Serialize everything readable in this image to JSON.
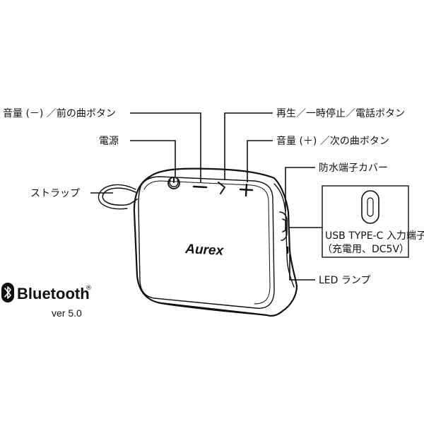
{
  "labels": {
    "volume_down": "音量 (－) ／前の曲ボタン",
    "power": "電源",
    "strap": "ストラップ",
    "play_pause_call": "再生／一時停止／電話ボタン",
    "volume_up": "音量 (＋) ／次の曲ボタン",
    "waterproof_cover": "防水端子カバー",
    "usb_port_line1": "USB TYPE-C 入力端子",
    "usb_port_line2": "（充電用、DC5V）",
    "led": "LED ランプ"
  },
  "product": {
    "brand": "Aurex"
  },
  "bluetooth": {
    "word": "Bluetooth",
    "registered": "®",
    "version": "ver 5.0"
  }
}
